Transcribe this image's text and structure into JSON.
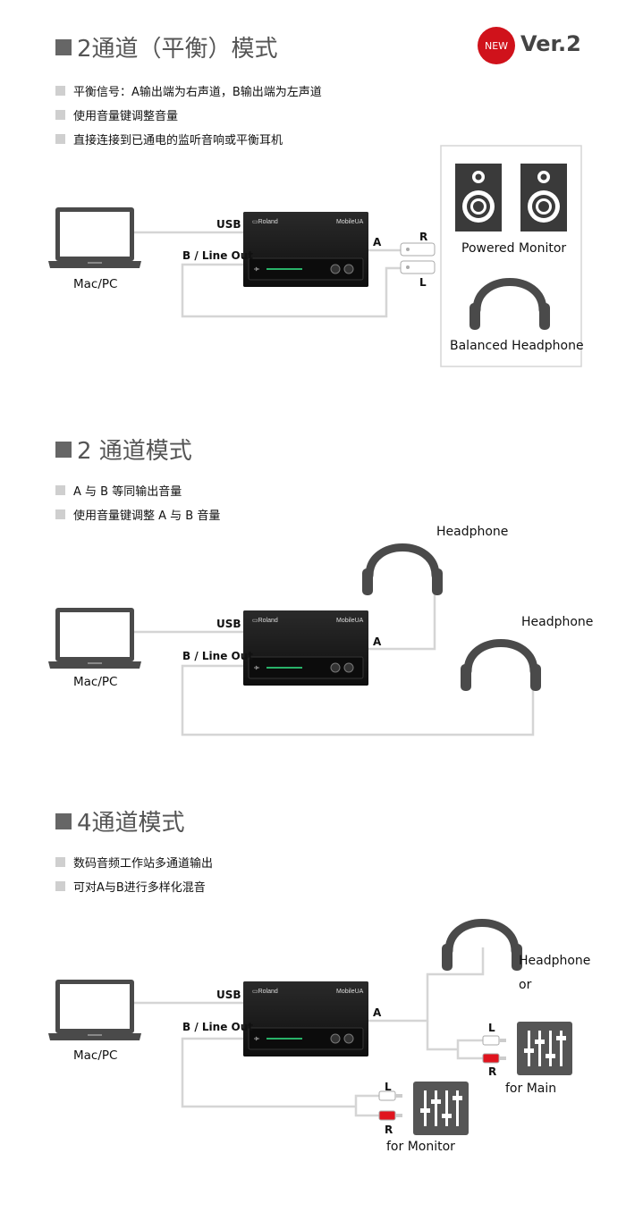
{
  "badge": {
    "new": "NEW",
    "version": "Ver.2"
  },
  "device": {
    "brand": "Roland",
    "model": "Mobile UA"
  },
  "sections": [
    {
      "title": "2通道（平衡）模式",
      "bullets": [
        "平衡信号：A输出端为右声道，B输出端为左声道",
        "使用音量键调整音量",
        "直接连接到已通电的监听音响或平衡耳机"
      ],
      "labels": {
        "computer": "Mac/PC",
        "usb": "USB",
        "line_out": "B / Line Out",
        "a": "A",
        "r": "R",
        "l": "L",
        "monitor": "Powered Monitor",
        "headphone": "Balanced Headphone"
      }
    },
    {
      "title": "2 通道模式",
      "bullets": [
        "A 与 B 等同输出音量",
        "使用音量键调整 A 与 B 音量"
      ],
      "labels": {
        "computer": "Mac/PC",
        "usb": "USB",
        "line_out": "B / Line Out",
        "a": "A",
        "headphone1": "Headphone",
        "headphone2": "Headphone"
      }
    },
    {
      "title": "4通道模式",
      "bullets": [
        "数码音频工作站多通道输出",
        "可对A与B进行多样化混音"
      ],
      "labels": {
        "computer": "Mac/PC",
        "usb": "USB",
        "line_out": "B / Line Out",
        "a": "A",
        "headphone": "Headphone",
        "or": "or",
        "l1": "L",
        "r1": "R",
        "main": "for Main",
        "l2": "L",
        "r2": "R",
        "monitor": "for Monitor"
      }
    }
  ]
}
